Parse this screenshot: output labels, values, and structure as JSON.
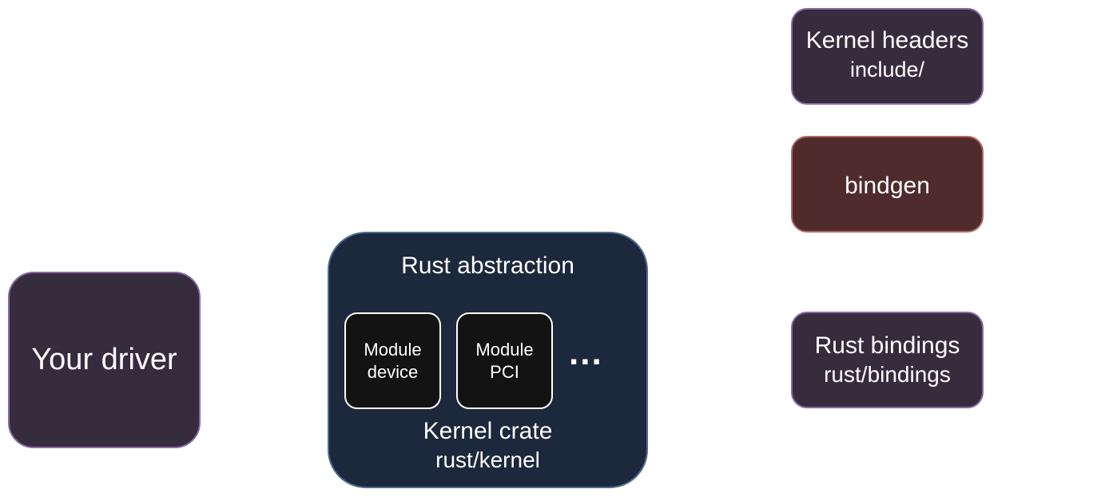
{
  "nodes": {
    "driver": {
      "label": "Your driver"
    },
    "kernel_headers": {
      "lines": [
        "Kernel headers",
        "include/"
      ]
    },
    "bindgen": {
      "label": "bindgen"
    },
    "rust_bindings": {
      "lines": [
        "Rust bindings",
        "rust/bindings"
      ]
    },
    "rust_abstraction": {
      "title": "Rust abstraction",
      "modules": [
        {
          "lines": [
            "Module",
            "device"
          ]
        },
        {
          "lines": [
            "Module",
            "PCI"
          ]
        }
      ],
      "ellipsis": "...",
      "crate_lines": [
        "Kernel crate",
        "rust/kernel"
      ]
    }
  },
  "colors": {
    "purple_fill": "#372b3e",
    "purple_border": "#8a6aa0",
    "bindgen_fill": "#4f2b2b",
    "bindgen_border": "#b26565",
    "abstraction_fill": "#1c283b",
    "abstraction_border": "#4f6b8f",
    "module_fill": "#131313",
    "text": "#ffffff"
  }
}
